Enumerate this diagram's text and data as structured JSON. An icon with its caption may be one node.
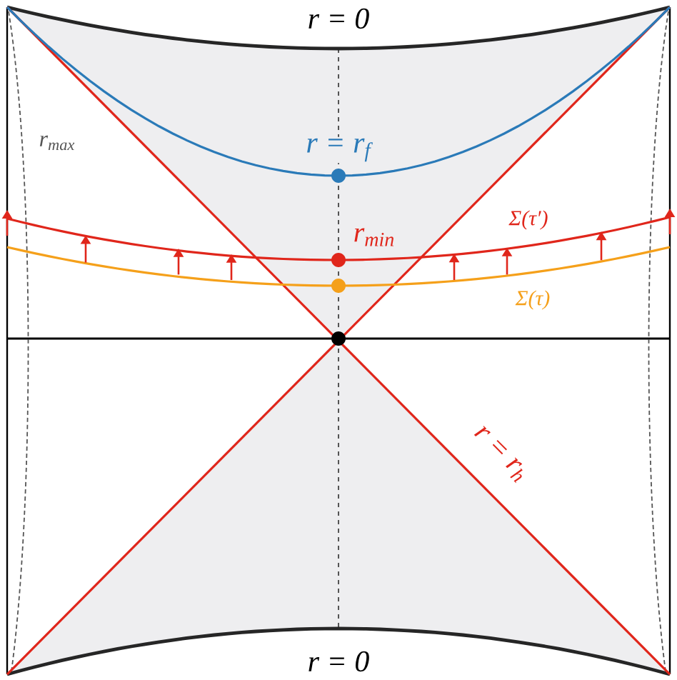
{
  "diagram": {
    "labels": [
      "r = 0",
      "r$_{max}$",
      "r = r$_{f}$",
      "r$_{min}$",
      "Σ(τ′)",
      "Σ(τ)",
      "r = r$_{h}$",
      "r = 0"
    ]
  }
}
